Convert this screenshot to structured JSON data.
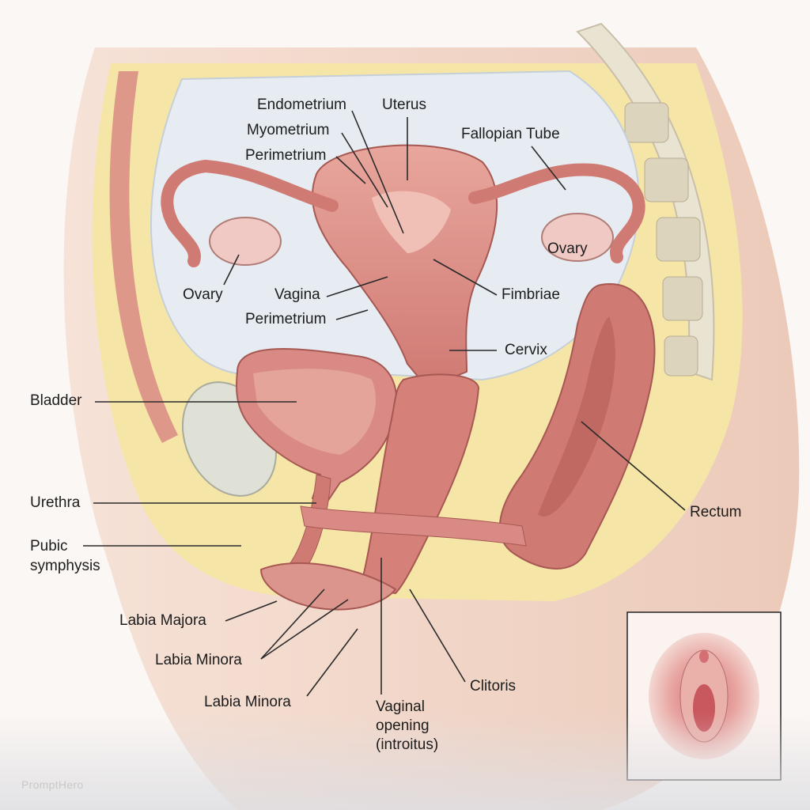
{
  "diagram": {
    "labels": {
      "endometrium": "Endometrium",
      "uterus": "Uterus",
      "myometrium": "Myometrium",
      "perimetrium_top": "Perimetrium",
      "fallopian_tube": "Fallopian Tube",
      "ovary_right": "Ovary",
      "ovary_left": "Ovary",
      "vagina": "Vagina",
      "perimetrium_mid": "Perimetrium",
      "fimbriae": "Fimbriae",
      "cervix": "Cervix",
      "bladder": "Bladder",
      "urethra": "Urethra",
      "rectum": "Rectum",
      "pubic_line1": "Pubic",
      "pubic_line2": "symphysis",
      "labia_majora": "Labia Majora",
      "labia_minora_1": "Labia Minora",
      "labia_minora_2": "Labia Minora",
      "clitoris": "Clitoris",
      "vaginal_line1": "Vaginal",
      "vaginal_line2": "opening",
      "vaginal_line3": "(introitus)"
    }
  },
  "watermark": "PromptHero",
  "colors": {
    "tissue": "#d98a84",
    "tissue_dark": "#b5605c",
    "fat": "#f5e6a8",
    "skin": "#f3d8cc",
    "cavity": "#e6ecf1",
    "bone": "#e9e3d2"
  }
}
